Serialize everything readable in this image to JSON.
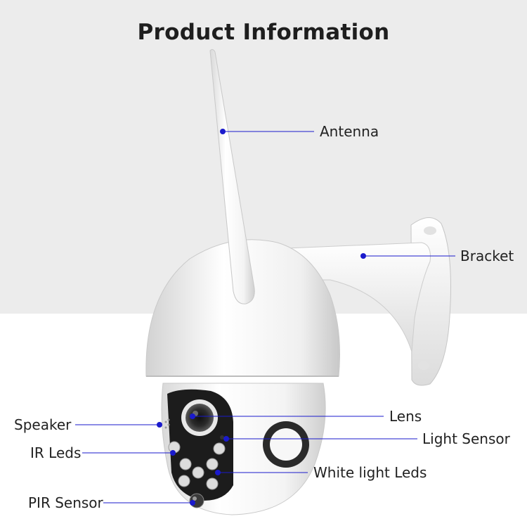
{
  "title": "Product Information",
  "callouts": {
    "antenna": "Antenna",
    "bracket": "Bracket",
    "lens": "Lens",
    "speaker": "Speaker",
    "light_sensor": "Light Sensor",
    "ir_leds": "IR Leds",
    "white_light_leds": "White light Leds",
    "pir_sensor": "PIR Sensor"
  },
  "colors": {
    "callout_line": "#1a1acc",
    "top_background": "#ececec",
    "bottom_background": "#ffffff"
  }
}
